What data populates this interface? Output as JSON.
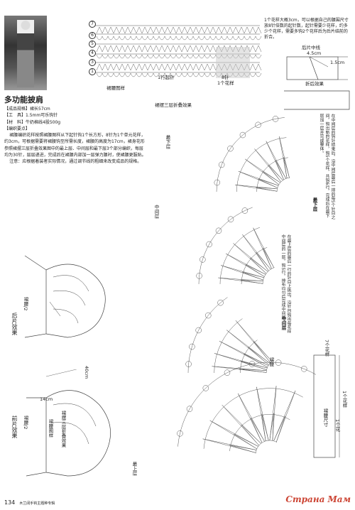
{
  "title": "多功能披肩",
  "specs": {
    "size": "【成品规格】裙长57cm",
    "tools": "【工　具】1.5mm可乐钩针",
    "material": "【材　料】牛奶棉线4股500g",
    "section": "【编织要点】",
    "paragraph1": "裙腰编织花样按照裙腰图样从下起针钩1个长方形，8针为1个单元花样，约3cm，可根据需要将裙腰钩至所需长度，裙腰的高度为17cm，裙身花形参照裙摆三层折叠效果图中的最上层、中间层和最下层3个部分编织，每层均为30针，层层递进，完成后在裙腰内部加一层弹力腰衬，使裙腰更服贴。",
    "paragraph2": "注意：应根据着装者实际情况，通过调节线的粗细来改变成品的规格。"
  },
  "waist_pattern": {
    "label": "裙腰图样",
    "rows": [
      "1",
      "2",
      "3",
      "4",
      "5",
      "6",
      "7"
    ],
    "start_note": "1行起针",
    "stitch_note": "8针",
    "unit_note": "1个花样",
    "note_a": "1个花样大概3cm，可以根据自己的腰围尺寸放8针倍数的起针数，起针需要少花样，约多少个花样，需要多钩2个花样后为后片结前的折合。",
    "back_center_label": "后片中线",
    "dim_a": "4.5cm",
    "dim_b": "1.5cm",
    "fold_label": "折后效果"
  },
  "skirt": {
    "three_layer_title": "裙摆三层折叠效果",
    "bottom_layer": "最下层",
    "middle_layer": "中间层",
    "top_layer": "最上层",
    "bottom_note_title": "最下层",
    "bottom_note": "在中间层的钩针结束后，沿中间层最后一排的每5个针目之间，钩出新的花样，钩5个花样，共钩6行，完成后在最下层加一层并完成整体。",
    "middle_note_title": "中间层",
    "middle_note": "在最上层的最后一行的针目上挑出，沿针目钩出每花样中间层的一层，钩5行，排布均匀后完成中间层。",
    "waist_label": "裙腰",
    "flower_count": "7个花样",
    "one_flower": "1个花样",
    "waist_size": "裙腰尺寸",
    "small_note": "1个花"
  },
  "back_effect": {
    "label": "后片效果",
    "waist_half": "裙腰/2"
  },
  "front_effect": {
    "label": "前片效果",
    "waist_half": "裙腰/2",
    "width": "14cm",
    "length": "40cm",
    "inner_label": "裙腰图样",
    "three_layer_label": "裙摆三层折叠效果"
  },
  "footer": {
    "page_number": "134",
    "book": "木兰阔手钩主题种专辑"
  },
  "watermark": "Страна Мам"
}
